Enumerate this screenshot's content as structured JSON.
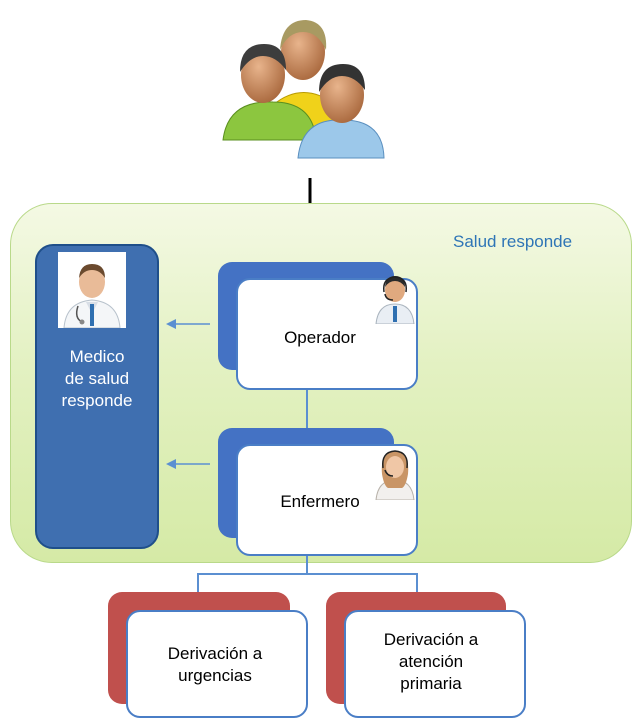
{
  "colors": {
    "region_fill": "#e3f1c2",
    "region_border": "#b9d98a",
    "label_blue": "#2e75b6",
    "doctor_panel": "#3f6fb0",
    "card_blue": "#4472c4",
    "card_red": "#c0504d",
    "connector": "#5b8fd1"
  },
  "top": {
    "icon": "group-of-people-icon"
  },
  "region": {
    "label": "Salud responde"
  },
  "doctor": {
    "icon": "doctor-icon",
    "lines": [
      "Medico",
      "de salud",
      "responde"
    ]
  },
  "nodes": {
    "operador": {
      "label": "Operador",
      "icon": "operator-headset-icon"
    },
    "enfermero": {
      "label": "Enfermero",
      "icon": "nurse-headset-icon"
    },
    "urgencias": {
      "lines": [
        "Derivación a",
        "urgencias"
      ]
    },
    "primaria": {
      "lines": [
        "Derivación a",
        "atención",
        "primaria"
      ]
    }
  }
}
